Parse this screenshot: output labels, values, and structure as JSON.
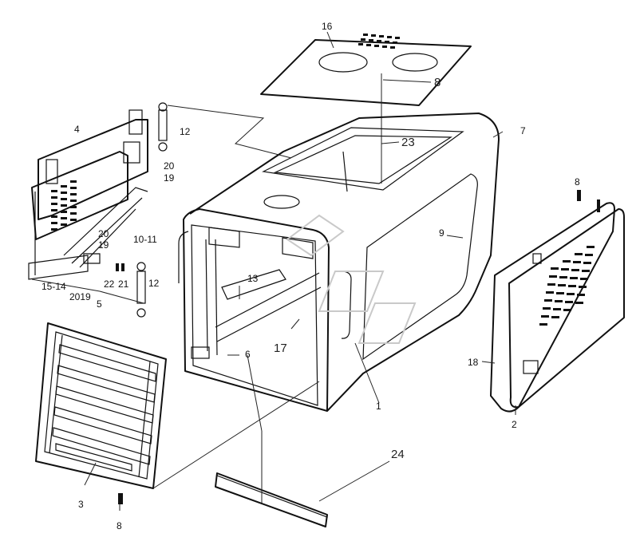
{
  "diagram": {
    "callouts": [
      {
        "id": "c16",
        "text": "16"
      },
      {
        "id": "c8a",
        "text": "8"
      },
      {
        "id": "c7",
        "text": "7"
      },
      {
        "id": "c23",
        "text": "23"
      },
      {
        "id": "c4",
        "text": "4"
      },
      {
        "id": "c12a",
        "text": "12"
      },
      {
        "id": "c20a",
        "text": "20"
      },
      {
        "id": "c19a",
        "text": "19"
      },
      {
        "id": "c20b",
        "text": "20"
      },
      {
        "id": "c19b",
        "text": "19"
      },
      {
        "id": "c1011",
        "text": "10-11"
      },
      {
        "id": "c1514",
        "text": "15-14"
      },
      {
        "id": "c2019",
        "text": "2019"
      },
      {
        "id": "c5",
        "text": "5"
      },
      {
        "id": "c22",
        "text": "22"
      },
      {
        "id": "c21",
        "text": "21"
      },
      {
        "id": "c12b",
        "text": "12"
      },
      {
        "id": "c13",
        "text": "13"
      },
      {
        "id": "c9",
        "text": "9"
      },
      {
        "id": "c8b",
        "text": "8"
      },
      {
        "id": "c17",
        "text": "17"
      },
      {
        "id": "c6",
        "text": "6"
      },
      {
        "id": "c1",
        "text": "1"
      },
      {
        "id": "c18",
        "text": "18"
      },
      {
        "id": "c2",
        "text": "2"
      },
      {
        "id": "c24",
        "text": "24"
      },
      {
        "id": "c3",
        "text": "3"
      },
      {
        "id": "c8c",
        "text": "8"
      }
    ]
  },
  "colors": {
    "ink": "#111111",
    "watermark": "#c9c9c9",
    "paper": "#ffffff"
  }
}
